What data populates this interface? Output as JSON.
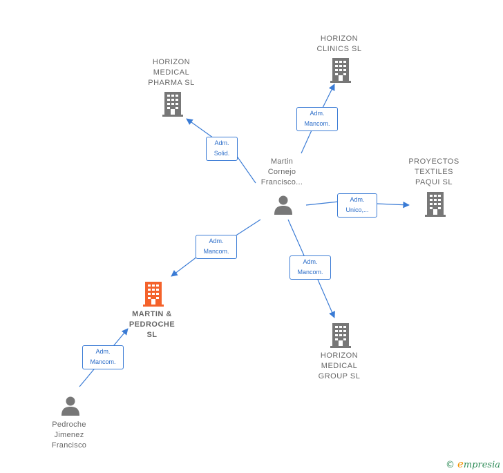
{
  "nodes": {
    "martin": {
      "lines": [
        "Martin",
        "Cornejo",
        "Francisco..."
      ]
    },
    "pedroche": {
      "lines": [
        "Pedroche",
        "Jimenez",
        "Francisco"
      ]
    },
    "martin_pedroche": {
      "lines": [
        "MARTIN &",
        "PEDROCHE",
        "SL"
      ]
    },
    "horizon_medical_pharma": {
      "lines": [
        "HORIZON",
        "MEDICAL",
        "PHARMA  SL"
      ]
    },
    "horizon_clinics": {
      "lines": [
        "HORIZON",
        "CLINICS  SL"
      ]
    },
    "proyectos_textiles": {
      "lines": [
        "PROYECTOS",
        "TEXTILES",
        "PAQUI  SL"
      ]
    },
    "horizon_medical_group": {
      "lines": [
        "HORIZON",
        "MEDICAL",
        "GROUP  SL"
      ]
    }
  },
  "relations": {
    "solid": [
      "Adm.",
      "Solid."
    ],
    "clinics": [
      "Adm.",
      "Mancom."
    ],
    "unico": [
      "Adm.",
      "Unico,..."
    ],
    "mp": [
      "Adm.",
      "Mancom."
    ],
    "group": [
      "Adm.",
      "Mancom."
    ],
    "pedroche": [
      "Adm.",
      "Mancom."
    ]
  },
  "colors": {
    "edge": "#3a7bd5",
    "building": "#777777",
    "building_focus": "#f4622b",
    "person": "#777777"
  },
  "brand": {
    "copyright": "©",
    "initial": "e",
    "name": "mpresia"
  }
}
